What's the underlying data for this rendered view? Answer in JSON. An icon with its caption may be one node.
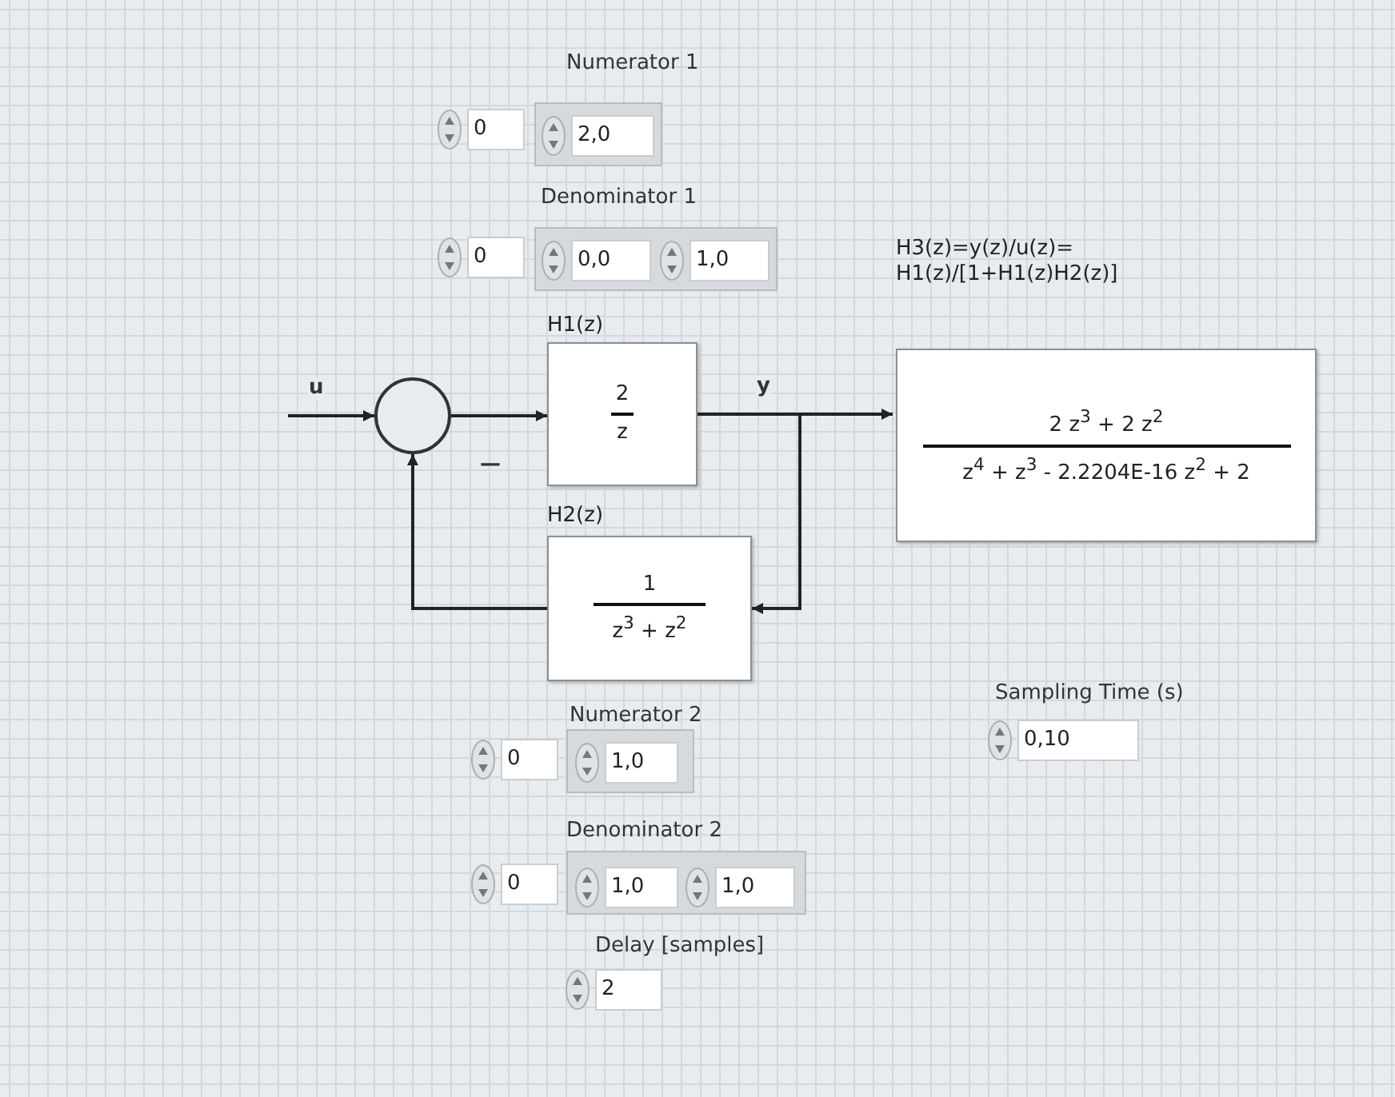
{
  "diagram": {
    "nodes": [
      {
        "text": [],
        "shape": "circle"
      },
      {
        "text": [
          "H1(z)",
          "2",
          "z"
        ]
      },
      {
        "text": [
          "H2(z)",
          "1",
          "z$^{3}$ + z$^{2}$"
        ]
      },
      {
        "text": [
          "H3(z)=y(z)/u(z)= H1(z)/[1+H1(z)H2(z)]",
          "2 z$^{3}$ + 2 z$^{2}$",
          "z$^{4}$ + z$^{3}$ - 2.2204E-16 z$^{2}$ + 2"
        ]
      }
    ],
    "edges": [
      {
        "from": null,
        "to": 0,
        "arrow": "to",
        "label": "u"
      },
      {
        "from": 0,
        "to": 1,
        "arrow": "to"
      },
      {
        "from": 1,
        "to": 3,
        "arrow": "to",
        "label": "y"
      },
      {
        "from": 1,
        "to": 2,
        "arrow": "to"
      },
      {
        "from": 2,
        "to": 0,
        "arrow": "to"
      }
    ],
    "labels": [
      "Numerator 1",
      "0",
      "2,0",
      "Denominator 1",
      "0",
      "0,0",
      "1,0",
      "—",
      "Sampling Time (s)",
      "0,10",
      "Numerator 2",
      "0",
      "1,0",
      "Denominator 2",
      "0",
      "1,0",
      "1,0",
      "Delay [samples]",
      "2"
    ]
  }
}
